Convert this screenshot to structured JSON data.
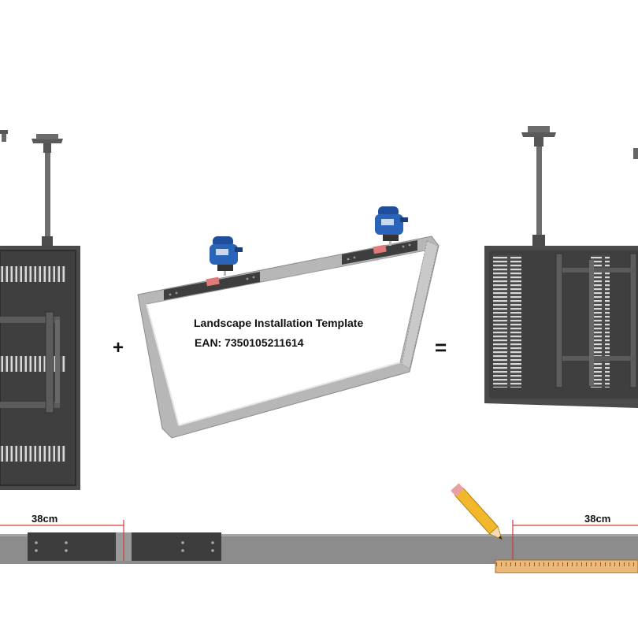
{
  "template": {
    "title": "Landscape Installation Template",
    "ean": "EAN: 7350105211614"
  },
  "symbols": {
    "plus": "+",
    "equals": "="
  },
  "measurements": {
    "left": "38cm",
    "right": "38cm"
  },
  "colors": {
    "panel": "#4a4a4a",
    "frame": "#9a9a9a",
    "beam": "#8c8c8c",
    "bracket": "#3d3d3d",
    "measure_line": "#d63a3a",
    "jigsaw": "#2a64b8",
    "pencil": "#f2b72a",
    "ruler": "#e9b778"
  },
  "icons": [
    "jigsaw-icon",
    "pencil-icon",
    "ruler-icon",
    "ceiling-mount-icon"
  ]
}
